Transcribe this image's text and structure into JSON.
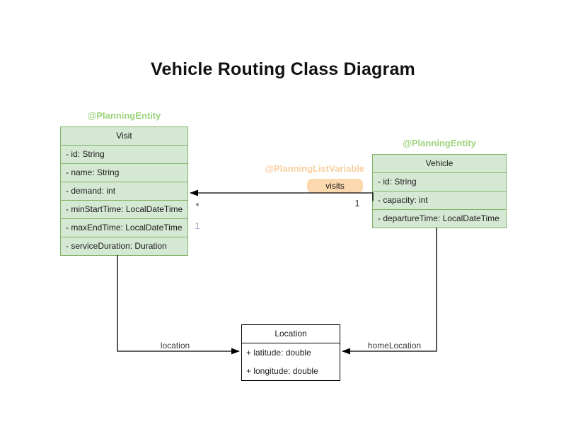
{
  "title": "Vehicle Routing Class Diagram",
  "classes": {
    "visit": {
      "annotation": "@PlanningEntity",
      "name": "Visit",
      "attributes": [
        "- id: String",
        "- name: String",
        "- demand: int",
        "- minStartTime: LocalDateTime",
        "- maxEndTime: LocalDateTime",
        "- serviceDuration: Duration"
      ]
    },
    "vehicle": {
      "annotation": "@PlanningEntity",
      "name": "Vehicle",
      "attributes": [
        "- id: String",
        "- capacity: int",
        "- departureTime: LocalDateTime"
      ]
    },
    "location": {
      "name": "Location",
      "attributes": [
        "+ latitude: double",
        "+ longitude: double"
      ]
    }
  },
  "relationships": {
    "visits": {
      "annotation": "@PlanningListVariable",
      "label": "visits",
      "target_multiplicity": "*",
      "source_multiplicity": "1",
      "muted_multiplicity": "1"
    },
    "location_edge": {
      "label": "location"
    },
    "home_location_edge": {
      "label": "homeLocation"
    }
  },
  "colors": {
    "class_fill_green": "#d5e8d4",
    "class_border_green": "#82b366",
    "annotation_green": "#9ed37c",
    "annotation_orange": "#f9cfa0",
    "badge_fill": "#fbd8ad",
    "muted_multiplicity": "#b79dd1",
    "line": "#000000"
  }
}
